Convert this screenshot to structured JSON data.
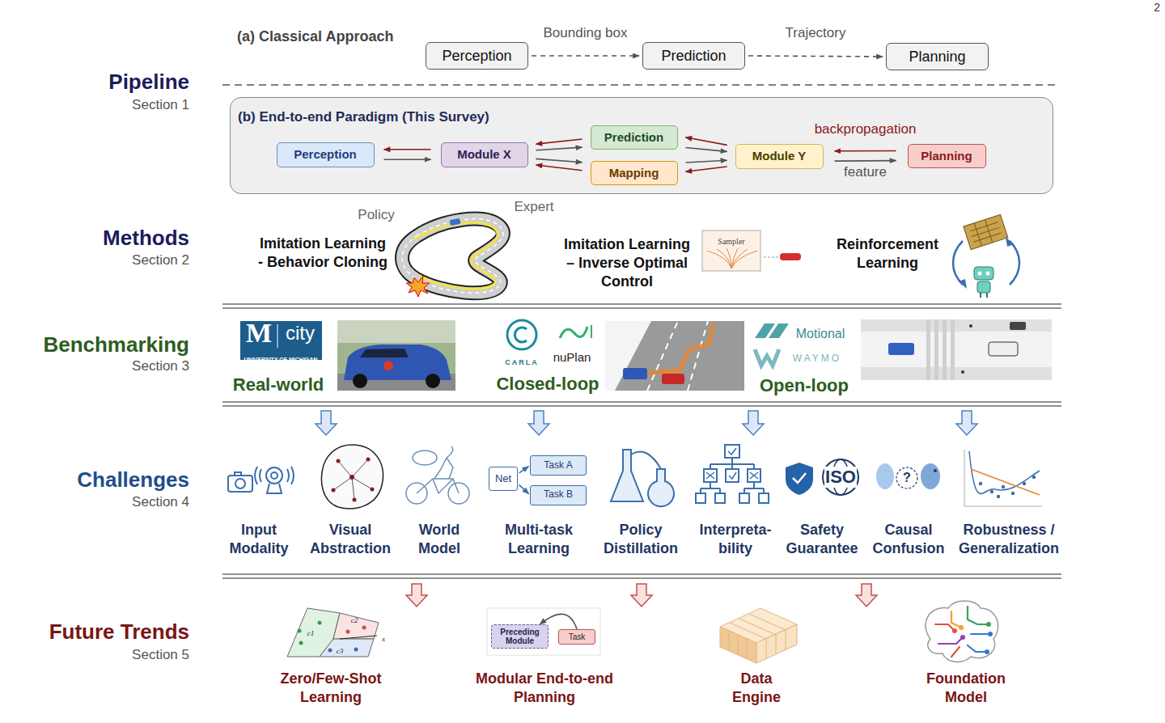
{
  "diagram": {
    "nodes": [
      {
        "text": [
          "Perception"
        ]
      },
      {
        "text": [
          "Prediction"
        ]
      },
      {
        "text": [
          "Planning"
        ]
      },
      {
        "text": [
          "(b) End-to-end Paradigm (This Survey)"
        ]
      },
      {
        "text": [
          "Perception"
        ],
        "in": 3
      },
      {
        "text": [
          "Module X"
        ],
        "in": 3
      },
      {
        "text": [
          "Prediction"
        ],
        "in": 3
      },
      {
        "text": [
          "Mapping"
        ],
        "in": 3
      },
      {
        "text": [
          "Module Y"
        ],
        "in": 3
      },
      {
        "text": [
          "Planning"
        ],
        "in": 3
      },
      {
        "text": [
          "Net"
        ]
      },
      {
        "text": [
          "Task A"
        ]
      },
      {
        "text": [
          "Task B"
        ]
      },
      {
        "text": [
          "Preceding Module"
        ]
      },
      {
        "text": [
          "Task"
        ]
      }
    ],
    "edges": [
      {
        "from": 0,
        "to": 1,
        "label": "Bounding box",
        "arrow": "to"
      },
      {
        "from": 1,
        "to": 2,
        "label": "Trajectory",
        "arrow": "to"
      },
      {
        "from": 4,
        "to": 5,
        "arrow": "to"
      },
      {
        "from": 5,
        "to": 4,
        "arrow": "to"
      },
      {
        "from": 5,
        "to": 6,
        "arrow": "to"
      },
      {
        "from": 6,
        "to": 5,
        "arrow": "to"
      },
      {
        "from": 5,
        "to": 7,
        "arrow": "to"
      },
      {
        "from": 7,
        "to": 5,
        "arrow": "to"
      },
      {
        "from": 6,
        "to": 8,
        "arrow": "to"
      },
      {
        "from": 8,
        "to": 6,
        "arrow": "to"
      },
      {
        "from": 7,
        "to": 8,
        "arrow": "to"
      },
      {
        "from": 8,
        "to": 7,
        "arrow": "to"
      },
      {
        "from": 8,
        "to": 9,
        "label": "feature",
        "arrow": "to"
      },
      {
        "from": 9,
        "to": 8,
        "label": "backpropagation",
        "arrow": "to"
      },
      {
        "from": 10,
        "to": 11,
        "arrow": "to"
      },
      {
        "from": 10,
        "to": 12,
        "arrow": "to"
      },
      {
        "from": 14,
        "to": 13,
        "arrow": "to"
      }
    ],
    "labels": [
      "2",
      "(a) Classical Approach",
      "Pipeline",
      "Section 1",
      "Methods",
      "Section 2",
      "Policy",
      "Expert",
      "Imitation Learning - Behavior Cloning",
      "Imitation Learning – Inverse Optimal Control",
      "Sampler",
      "Reinforcement Learning",
      "Benchmarking",
      "Section 3",
      "M",
      "city",
      "UNIVERSITY OF MICHIGAN",
      "Real-world",
      "CARLA",
      "nuPlan",
      "Closed-loop",
      "Motional",
      "WAYMO",
      "Open-loop",
      "Challenges",
      "Section 4",
      "Input Modality",
      "Visual Abstraction",
      "World Model",
      "Multi-task Learning",
      "Policy Distillation",
      "Interpreta- bility",
      "ISO",
      "?",
      "Safety Guarantee",
      "Causal Confusion",
      "Robustness / Generalization",
      "Future Trends",
      "Section 5",
      "c1",
      "c2",
      "c3",
      "x",
      "Zero/Few-Shot Learning",
      "Modular End-to-end Planning",
      "Data Engine",
      "Foundation Model"
    ]
  }
}
